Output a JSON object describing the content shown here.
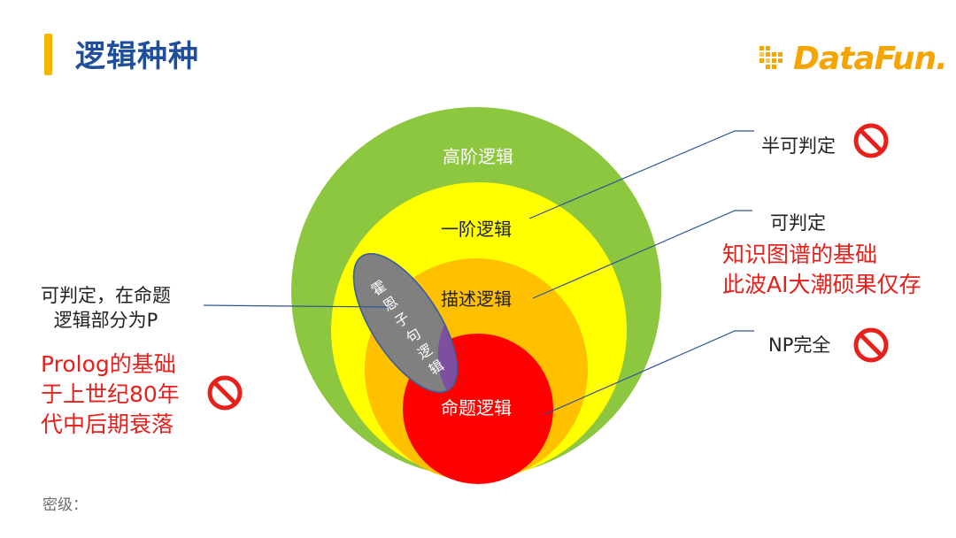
{
  "header": {
    "title": "逻辑种种",
    "accent_color": "#f5b500",
    "title_color": "#1f4e9c"
  },
  "logo": {
    "text": "DataFun.",
    "icon": "pixel-arrow-icon",
    "color": "#f5a400"
  },
  "diagram": {
    "circles": [
      {
        "label": "高阶逻辑",
        "color": "#8dc63f"
      },
      {
        "label": "一阶逻辑",
        "color": "#ffff00"
      },
      {
        "label": "描述逻辑",
        "color": "#ffc000"
      },
      {
        "label": "命题逻辑",
        "color": "#ff0000"
      }
    ],
    "ellipse": {
      "label": [
        "霍",
        "恩",
        "子",
        "句",
        "逻",
        "辑"
      ],
      "color": "#7f7f7f",
      "overlap_color": "#7f4f9f"
    }
  },
  "annotations": {
    "higher_order": {
      "text": "半可判定",
      "icon": "prohibited-icon"
    },
    "description": {
      "text": "可判定",
      "note_lines": [
        "知识图谱的基础",
        "此波AI大潮硕果仅存"
      ]
    },
    "propositional": {
      "text": "NP完全",
      "icon": "prohibited-icon"
    },
    "horn": {
      "lines": [
        "可判定，在命题",
        "逻辑部分为P"
      ],
      "note_lines": [
        "Prolog的基础",
        "于上世纪80年",
        "代中后期衰落"
      ],
      "icon": "prohibited-icon"
    }
  },
  "footer": {
    "text": "密级："
  },
  "colors": {
    "prohibited_red": "#e8201b",
    "leader_line": "#2f5597"
  }
}
